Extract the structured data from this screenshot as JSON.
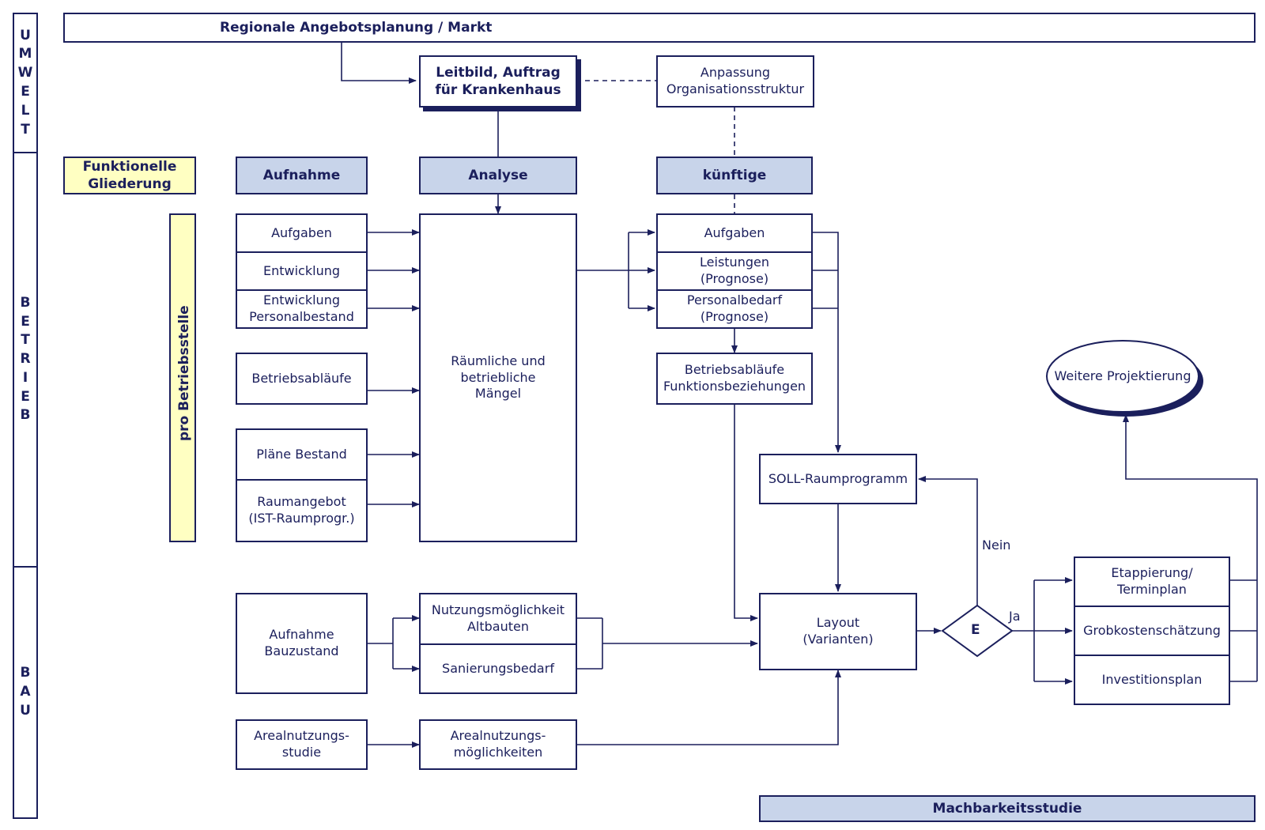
{
  "lanes": {
    "umwelt": [
      "U",
      "M",
      "W",
      "E",
      "L",
      "T"
    ],
    "betrieb": [
      "B",
      "E",
      "T",
      "R",
      "I",
      "E",
      "B"
    ],
    "bau": [
      "B",
      "A",
      "U"
    ]
  },
  "top": {
    "market": "Regionale Angebotsplanung / Markt",
    "leitbild": "Leitbild, Auftrag\nfür Krankenhaus",
    "anpassung": "Anpassung\nOrganisationsstruktur"
  },
  "headers": {
    "funktionelle": "Funktionelle\nGliederung",
    "aufnahme": "Aufnahme",
    "analyse": "Analyse",
    "kuenftige": "künftige",
    "pro_betriebsstelle": "pro Betriebsstelle"
  },
  "aufnahme": {
    "aufgaben": "Aufgaben",
    "entwicklung": "Entwicklung",
    "personalbestand": "Entwicklung\nPersonalbestand",
    "betriebsablaeufe": "Betriebsabläufe",
    "plaene": "Pläne Bestand",
    "raumangebot": "Raumangebot\n(IST-Raumprogr.)"
  },
  "analyse": {
    "maengel": "Räumliche und\nbetriebliche\nMängel"
  },
  "kuenftige": {
    "aufgaben": "Aufgaben",
    "leistungen": "Leistungen\n(Prognose)",
    "personalbedarf": "Personalbedarf\n(Prognose)",
    "funktionsbeziehungen": "Betriebsabläufe\nFunktionsbeziehungen"
  },
  "planning": {
    "soll": "SOLL-Raumprogramm",
    "layout": "Layout\n(Varianten)",
    "decision": "E",
    "nein": "Nein",
    "ja": "Ja",
    "weitere": "Weitere Projektierung",
    "etappierung": "Etappierung/\nTerminplan",
    "grobkosten": "Grobkostenschätzung",
    "investition": "Investitionsplan"
  },
  "bau": {
    "bauzustand": "Aufnahme\nBauzustand",
    "nutzung": "Nutzungsmöglichkeit\nAltbauten",
    "sanierung": "Sanierungsbedarf",
    "arealstudie": "Arealnutzungs-\nstudie",
    "arealmoeglichkeiten": "Arealnutzungs-\nmöglichkeiten"
  },
  "footer": {
    "machbarkeit": "Machbarkeitsstudie"
  },
  "colors": {
    "line": "#1b1f5c",
    "header_fill": "#c8d4ea",
    "highlight_fill": "#ffffc2"
  }
}
